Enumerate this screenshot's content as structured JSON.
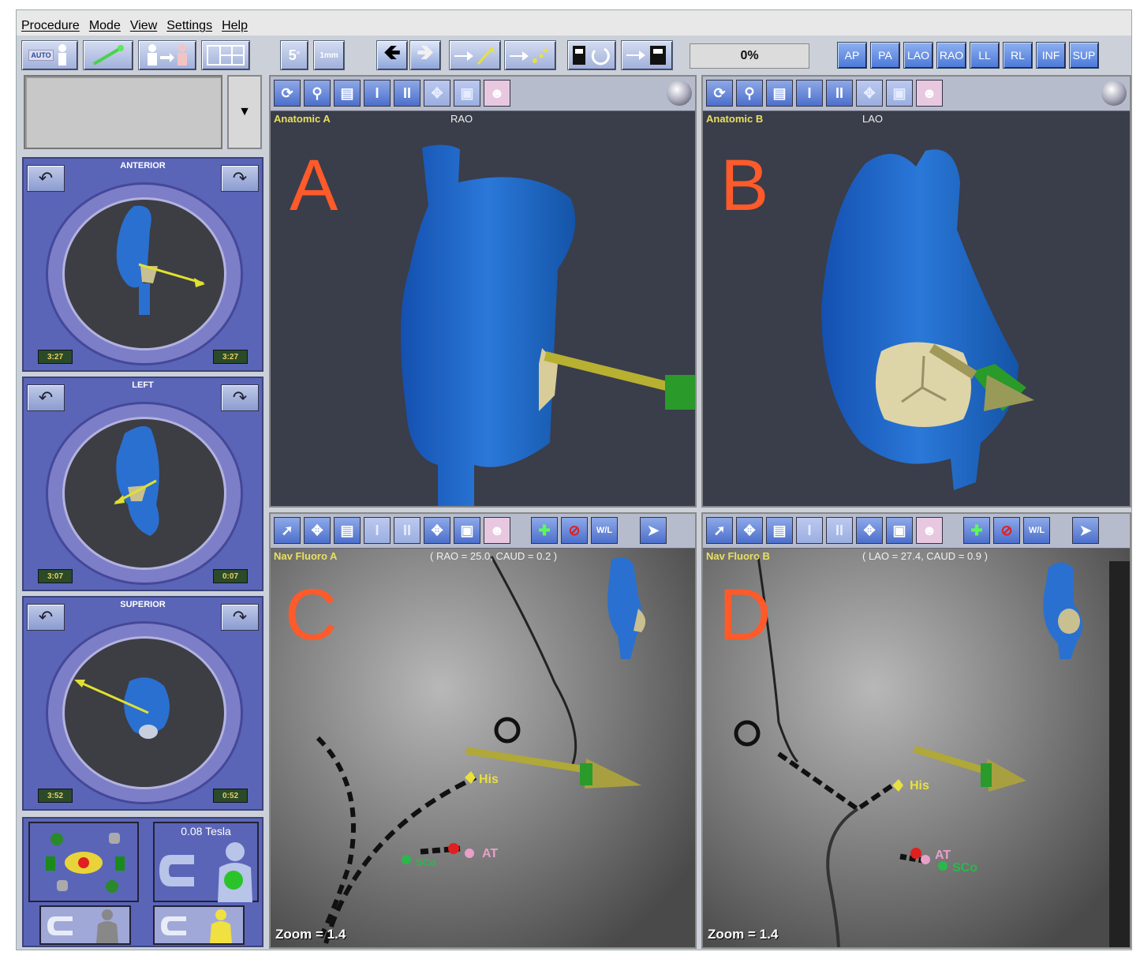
{
  "menu": [
    "Procedure",
    "Mode",
    "View",
    "Settings",
    "Help"
  ],
  "toolbar": {
    "step_label": "5",
    "step_sup": "°",
    "mm_label": "1mm",
    "auto_label": "AUTO",
    "progress": "0%",
    "views": [
      "AP",
      "PA",
      "LAO",
      "RAO",
      "LL",
      "RL",
      "INF",
      "SUP"
    ]
  },
  "orientation_panels": [
    {
      "title": "ANTERIOR",
      "time_left": "3:27",
      "time_right": "3:27"
    },
    {
      "title": "LEFT",
      "time_left": "3:07",
      "time_right": "0:07"
    },
    {
      "title": "SUPERIOR",
      "time_left": "3:52",
      "time_right": "0:52"
    }
  ],
  "magnet": {
    "field": "0.08 Tesla"
  },
  "viewports": {
    "a": {
      "name": "Anatomic A",
      "projection": "RAO",
      "letter": "A"
    },
    "b": {
      "name": "Anatomic B",
      "projection": "LAO",
      "letter": "B"
    },
    "c": {
      "name": "Nav Fluoro A",
      "angles": "( RAO = 25.0, CAUD = 0.2 )",
      "letter": "C",
      "zoom": "Zoom = 1.4",
      "markers": {
        "his": "His",
        "at": "AT",
        "sco": "SCo"
      }
    },
    "d": {
      "name": "Nav Fluoro B",
      "angles": "( LAO = 27.4, CAUD = 0.9 )",
      "letter": "D",
      "zoom": "Zoom = 1.4",
      "markers": {
        "his": "His",
        "at": "AT",
        "sco": "SCo"
      }
    }
  },
  "colors": {
    "accent": "#ff5a2a",
    "label": "#e8e060",
    "anatomy": "#1e68c8",
    "vector": "#d8d020"
  }
}
